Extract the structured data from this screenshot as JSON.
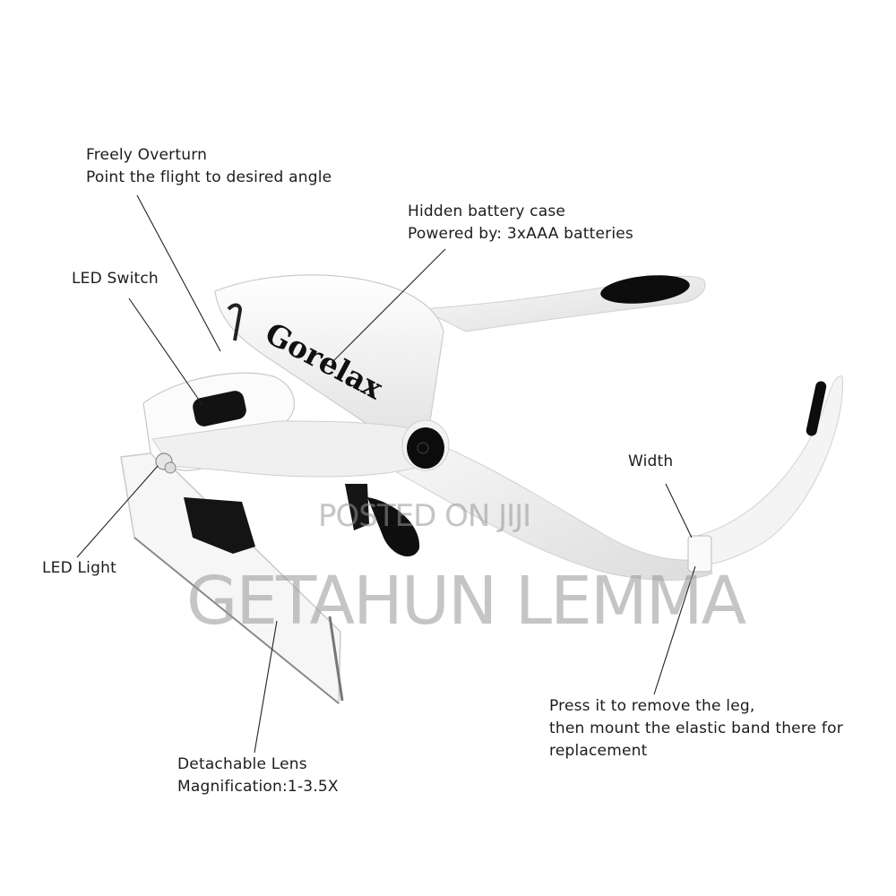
{
  "product": {
    "brand": "Gorelax"
  },
  "callouts": {
    "overturn": {
      "line1": "Freely Overturn",
      "line2": "Point the flight to desired angle"
    },
    "battery": {
      "line1": "Hidden battery case",
      "line2": "Powered by: 3xAAA batteries"
    },
    "led_switch": {
      "text": "LED Switch"
    },
    "led_light": {
      "text": "LED Light"
    },
    "width": {
      "text": "Width"
    },
    "press": {
      "line1": "Press it to remove the leg,",
      "line2": "then mount the elastic band there for",
      "line3": "replacement"
    },
    "lens": {
      "line1": "Detachable Lens",
      "line2": "Magnification:1-3.5X"
    }
  },
  "watermark": {
    "small": "POSTED ON JIJI",
    "big": "GETAHUN LEMMA"
  },
  "colors": {
    "background": "#ffffff",
    "text": "#1c1c1c",
    "product_body": "#f4f4f4",
    "product_dark": "#111111",
    "watermark": "#969696"
  }
}
